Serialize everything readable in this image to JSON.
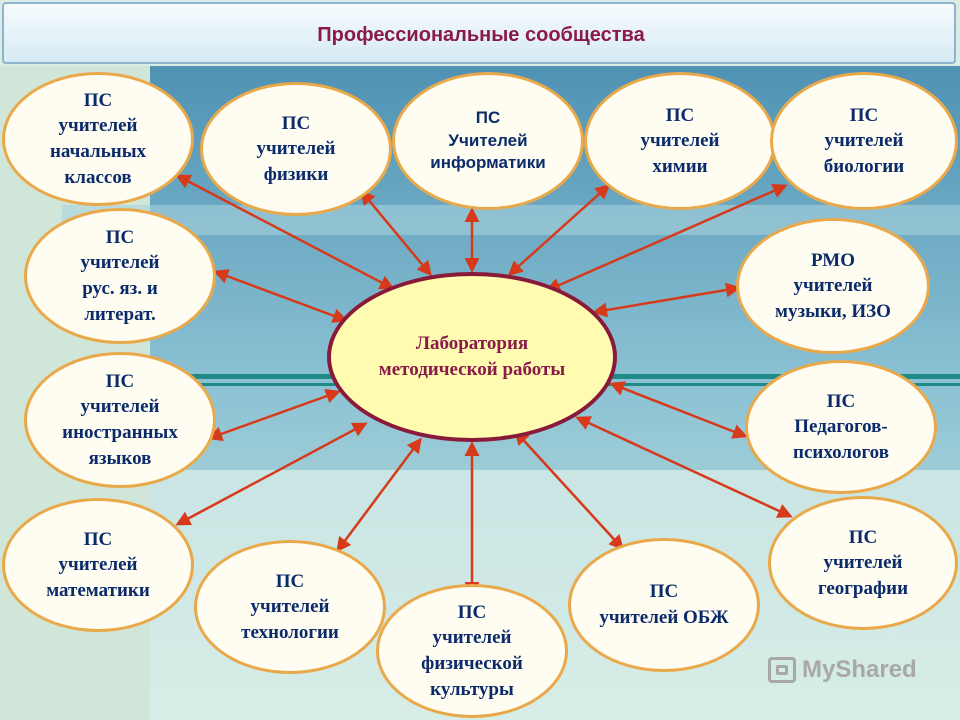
{
  "header": {
    "title": "Профессиональные сообщества"
  },
  "center": {
    "label": "Лаборатория\nметодической работы"
  },
  "nodes": [
    {
      "id": "primary",
      "label": "ПС\nучителей\nначальных\nклассов"
    },
    {
      "id": "physics",
      "label": "ПС\nучителей\nфизики"
    },
    {
      "id": "informatics",
      "label": "ПС\nУчителей\nинформатики"
    },
    {
      "id": "chemistry",
      "label": "ПС\nучителей\nхимии"
    },
    {
      "id": "biology",
      "label": "ПС\nучителей\nбиологии"
    },
    {
      "id": "russian",
      "label": "ПС\nучителей\nрус. яз. и\nлитерат."
    },
    {
      "id": "music",
      "label": "РМО\nучителей\nмузыки, ИЗО"
    },
    {
      "id": "foreign",
      "label": "ПС\nучителей\nиностранных\nязыков"
    },
    {
      "id": "psych",
      "label": "ПС\nПедагогов-\nпсихологов"
    },
    {
      "id": "math",
      "label": "ПС\nучителей\nматематики"
    },
    {
      "id": "geography",
      "label": "ПС\nучителей\nгеографии"
    },
    {
      "id": "technology",
      "label": "ПС\nучителей\nтехнологии"
    },
    {
      "id": "pe",
      "label": "ПС\nучителей\nфизической\nкультуры"
    },
    {
      "id": "obzh",
      "label": "ПС\nучителей ОБЖ"
    }
  ],
  "watermark": {
    "text": "MyShared"
  },
  "colors": {
    "arrow": "#d63a1a",
    "node_border": "#e9a94a",
    "center_border": "#8a1a3a",
    "title": "#8a1a4a"
  }
}
